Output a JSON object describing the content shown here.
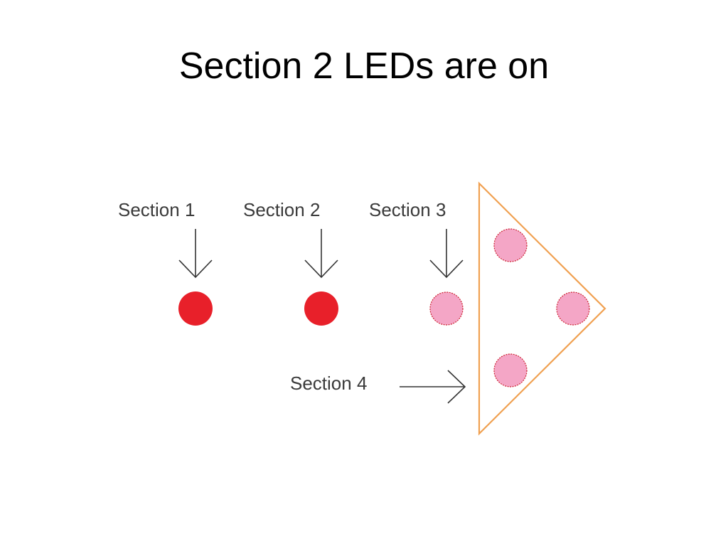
{
  "title": "Section 2 LEDs are on",
  "colors": {
    "led_on": "#e8202a",
    "led_off_fill": "#f4a6c6",
    "led_off_stroke": "#cc2233",
    "triangle_outline": "#f0a050",
    "arrow": "#333333",
    "label_text": "#3a3a3a"
  },
  "diagram": {
    "labels": {
      "section1": "Section 1",
      "section2": "Section 2",
      "section3": "Section 3",
      "section4": "Section 4"
    },
    "leds": [
      {
        "section": 1,
        "state": "on"
      },
      {
        "section": 2,
        "state": "on"
      },
      {
        "section": 3,
        "state": "off"
      },
      {
        "section": 4,
        "state": "off",
        "position": "triangle-top"
      },
      {
        "section": 4,
        "state": "off",
        "position": "triangle-right"
      },
      {
        "section": 4,
        "state": "off",
        "position": "triangle-bottom"
      }
    ]
  }
}
